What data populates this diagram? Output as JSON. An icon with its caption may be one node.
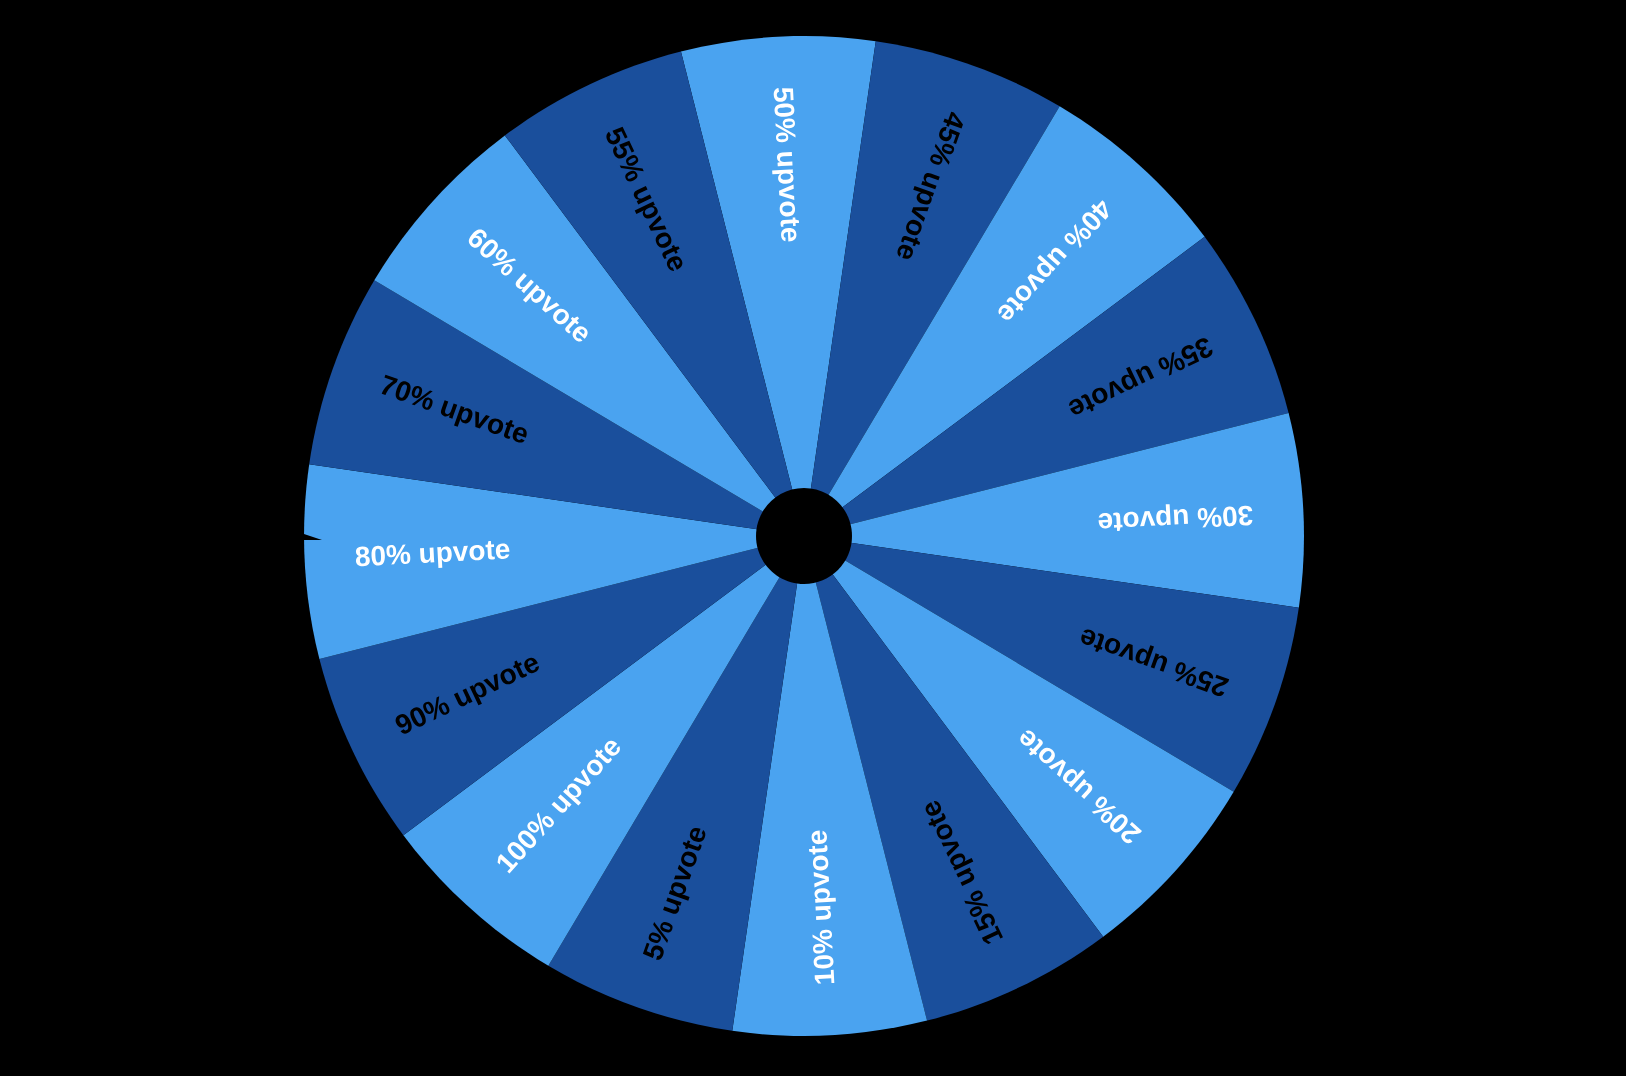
{
  "diagram": {
    "nodes": [
      {
        "text": [
          "50% upvote"
        ]
      },
      {
        "text": [
          "45% upvote"
        ]
      },
      {
        "text": [
          "40% upvote"
        ]
      },
      {
        "text": [
          "35% upvote"
        ]
      },
      {
        "text": [
          "30% upvote"
        ]
      },
      {
        "text": [
          "25% upvote"
        ]
      },
      {
        "text": [
          "20% upvote"
        ]
      },
      {
        "text": [
          "15% upvote"
        ]
      },
      {
        "text": [
          "10% upvote"
        ]
      },
      {
        "text": [
          "5% upvote"
        ]
      },
      {
        "text": [
          "100% upvote"
        ]
      },
      {
        "text": [
          "90% upvote"
        ]
      },
      {
        "text": [
          "80% upvote"
        ]
      },
      {
        "text": [
          "70% upvote"
        ]
      },
      {
        "text": [
          "60% upvote"
        ]
      },
      {
        "text": [
          "55% upvote"
        ]
      }
    ]
  }
}
